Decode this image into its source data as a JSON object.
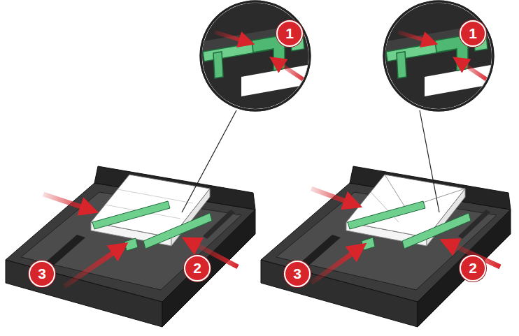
{
  "diagram": {
    "labels": [
      "1",
      "3",
      "2",
      "1",
      "3",
      "2"
    ]
  }
}
